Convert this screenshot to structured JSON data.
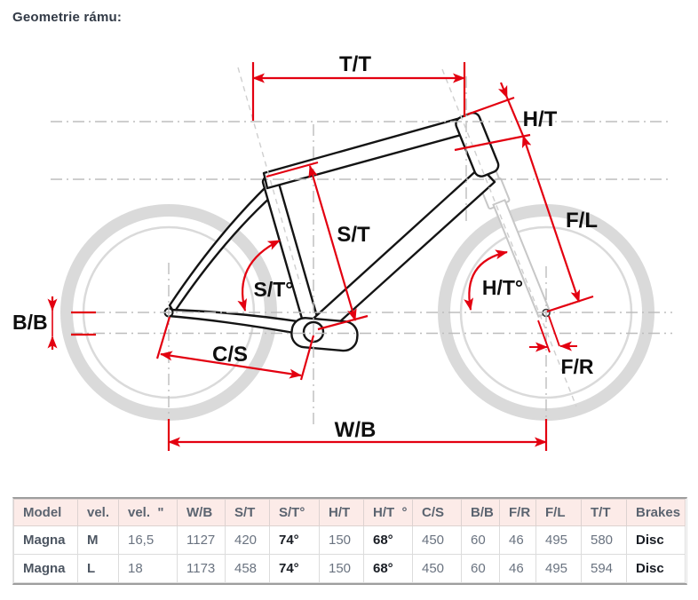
{
  "title": "Geometrie rámu:",
  "diagram": {
    "labels": {
      "tt": "T/T",
      "ht": "H/T",
      "fl": "F/L",
      "st": "S/T",
      "st_angle": "S/T°",
      "ht_angle": "H/T°",
      "bb": "B/B",
      "cs": "C/S",
      "fr": "F/R",
      "wb": "W/B"
    },
    "colors": {
      "dimension_red": "#e30010",
      "frame_black": "#141414",
      "wheel_gray": "#dadada",
      "reference_gray": "#bdbdbd",
      "fork_gray": "#c7c7c7"
    }
  },
  "table": {
    "headers": [
      "Model",
      "vel.",
      "vel.  \"",
      "W/B",
      "S/T",
      "S/T°",
      "H/T",
      "H/T  °",
      "C/S",
      "B/B",
      "F/R",
      "F/L",
      "T/T",
      "Brakes"
    ],
    "rows": [
      [
        "Magna",
        "M",
        "16,5",
        "1127",
        "420",
        "74°",
        "150",
        "68°",
        "450",
        "60",
        "46",
        "495",
        "580",
        "Disc"
      ],
      [
        "Magna",
        "L",
        "18",
        "1173",
        "458",
        "74°",
        "150",
        "68°",
        "450",
        "60",
        "46",
        "495",
        "594",
        "Disc"
      ]
    ]
  }
}
